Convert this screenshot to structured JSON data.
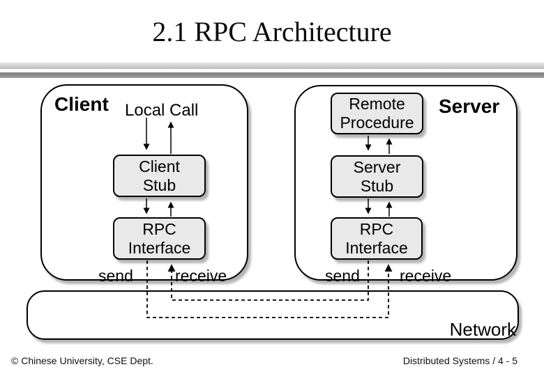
{
  "title": "2.1 RPC Architecture",
  "client": {
    "label": "Client",
    "local_call_label": "Local Call",
    "stub_line1": "Client",
    "stub_line2": "Stub",
    "rpc_line1": "RPC",
    "rpc_line2": "Interface",
    "send_label": "send",
    "receive_label": "receive"
  },
  "server": {
    "label": "Server",
    "remote_line1": "Remote",
    "remote_line2": "Procedure",
    "stub_line1": "Server",
    "stub_line2": "Stub",
    "rpc_line1": "RPC",
    "rpc_line2": "Interface",
    "send_label": "send",
    "receive_label": "receive"
  },
  "network": {
    "label": "Network"
  },
  "footer": {
    "left": "© Chinese University, CSE Dept.",
    "right": "Distributed Systems / 4 - 5"
  },
  "colors": {
    "node_fill": "#e9e9e9",
    "border": "#000000",
    "shadow": "#b4b4b4",
    "rule_light_top": "#e6e6e6",
    "rule_light_bottom": "#bdbdbd",
    "rule_dark_top": "#7e7e7e",
    "rule_dark_bottom": "#9d9d9d"
  }
}
